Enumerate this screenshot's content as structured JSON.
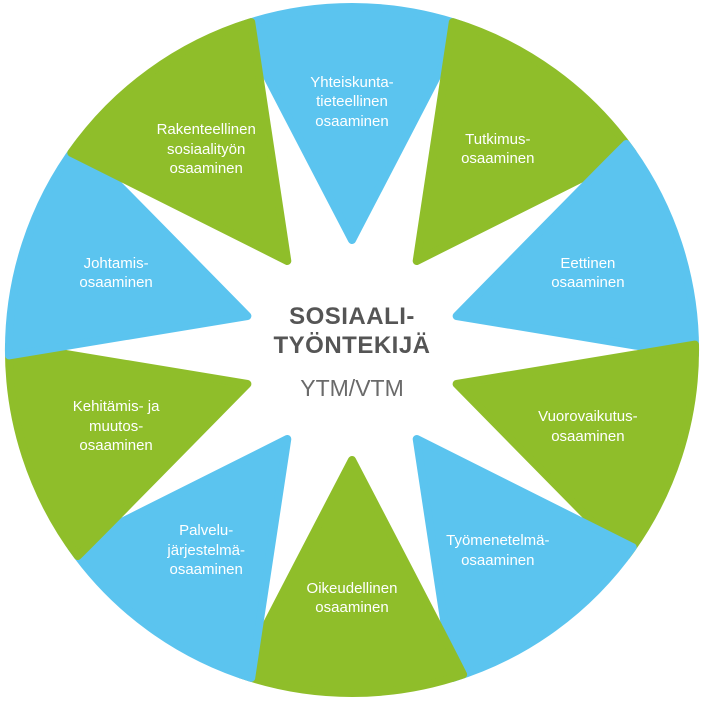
{
  "colors": {
    "blue": "#5bc4ef",
    "green": "#8fbe2a",
    "text_dark": "#555555",
    "text_light": "#6a6a6a",
    "label": "#ffffff"
  },
  "center": {
    "title_lines": [
      "SOSIAALI-",
      "TYÖNTEKIJÄ"
    ],
    "subtitle": "YTM/VTM"
  },
  "petals": [
    {
      "lines": [
        "Yhteiskunta-",
        "tieteellinen",
        "osaaminen"
      ],
      "color": "blue"
    },
    {
      "lines": [
        "Tutkimus-",
        "osaaminen"
      ],
      "color": "green"
    },
    {
      "lines": [
        "Eettinen",
        "osaaminen"
      ],
      "color": "blue"
    },
    {
      "lines": [
        "Vuorovaikutus-",
        "osaaminen"
      ],
      "color": "green"
    },
    {
      "lines": [
        "Työmenetelmä-",
        "osaaminen"
      ],
      "color": "blue"
    },
    {
      "lines": [
        "Oikeudellinen",
        "osaaminen"
      ],
      "color": "green"
    },
    {
      "lines": [
        "Palvelu-",
        "järjestelmä-",
        "osaaminen"
      ],
      "color": "blue"
    },
    {
      "lines": [
        "Kehitämis- ja",
        "muutos-",
        "osaaminen"
      ],
      "color": "green"
    },
    {
      "lines": [
        "Johtamis-",
        "osaaminen"
      ],
      "color": "blue"
    },
    {
      "lines": [
        "Rakenteellinen",
        "sosiaalityön",
        "osaaminen"
      ],
      "color": "green"
    }
  ]
}
